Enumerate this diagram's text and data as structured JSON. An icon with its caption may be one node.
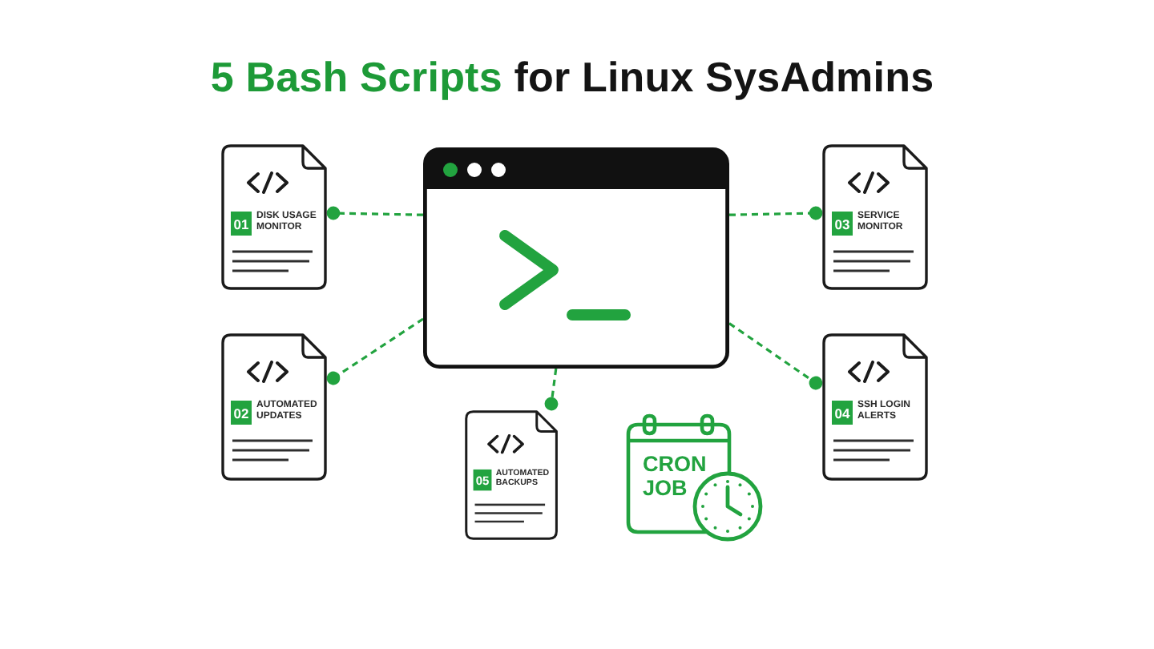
{
  "diagram": {
    "title": "5 Bash Scripts for Linux SysAdmins",
    "nodes": [
      {
        "text": [
          "01",
          "DISK USAGE MONITOR"
        ]
      },
      {
        "text": [],
        "shape": "picture"
      },
      {
        "text": [
          "03",
          "SERVICE MONITOR"
        ]
      },
      {
        "text": [
          "02",
          "AUTOMATED UPDATES"
        ]
      },
      {
        "text": [
          "04",
          "SSH LOGIN ALERTS"
        ]
      },
      {
        "text": [
          "05",
          "AUTOMATED BACKUPS"
        ]
      },
      {
        "text": [
          "CRON JOB"
        ]
      }
    ],
    "edges": [
      {
        "from": 1,
        "to": 0,
        "arrow": "other",
        "style": "dashed"
      },
      {
        "from": 1,
        "to": 2,
        "arrow": "other",
        "style": "dashed"
      },
      {
        "from": 1,
        "to": 3,
        "arrow": "other",
        "style": "dashed"
      },
      {
        "from": 1,
        "to": 4,
        "arrow": "other",
        "style": "dashed"
      },
      {
        "from": 1,
        "to": 5,
        "arrow": "other",
        "style": "dashed"
      }
    ]
  }
}
